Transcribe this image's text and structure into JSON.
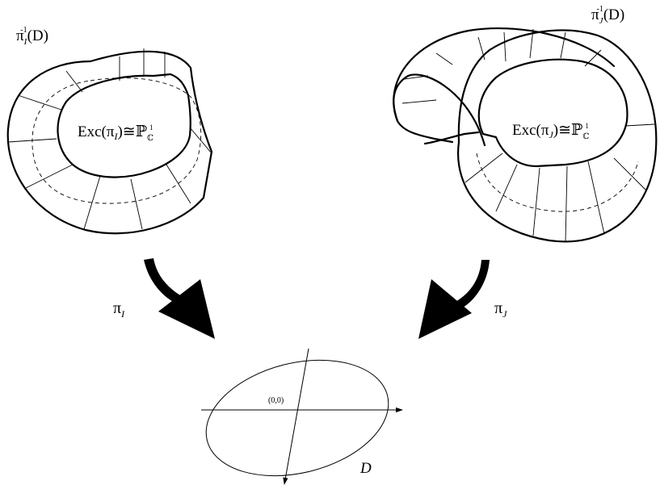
{
  "left_region": {
    "preimage_label": {
      "base": "π",
      "sub": "I",
      "sup": "-1",
      "tail": "(D)"
    },
    "exceptional_label": {
      "lead": "Exc(π",
      "sub": "I",
      "mid": ")≅ℙ",
      "psub": "ℂ",
      "psup": "1"
    }
  },
  "right_region": {
    "preimage_label": {
      "base": "π",
      "sub": "J",
      "sup": "-1",
      "tail": "(D)"
    },
    "exceptional_label": {
      "lead": "Exc(π",
      "sub": "J",
      "mid": ")≅ℙ",
      "psub": "ℂ",
      "psup": "1"
    }
  },
  "maps": {
    "left": {
      "base": "π",
      "sub": "I"
    },
    "right": {
      "base": "π",
      "sub": "J"
    }
  },
  "target": {
    "origin_label": "(0,0)",
    "disk_label": "D"
  }
}
